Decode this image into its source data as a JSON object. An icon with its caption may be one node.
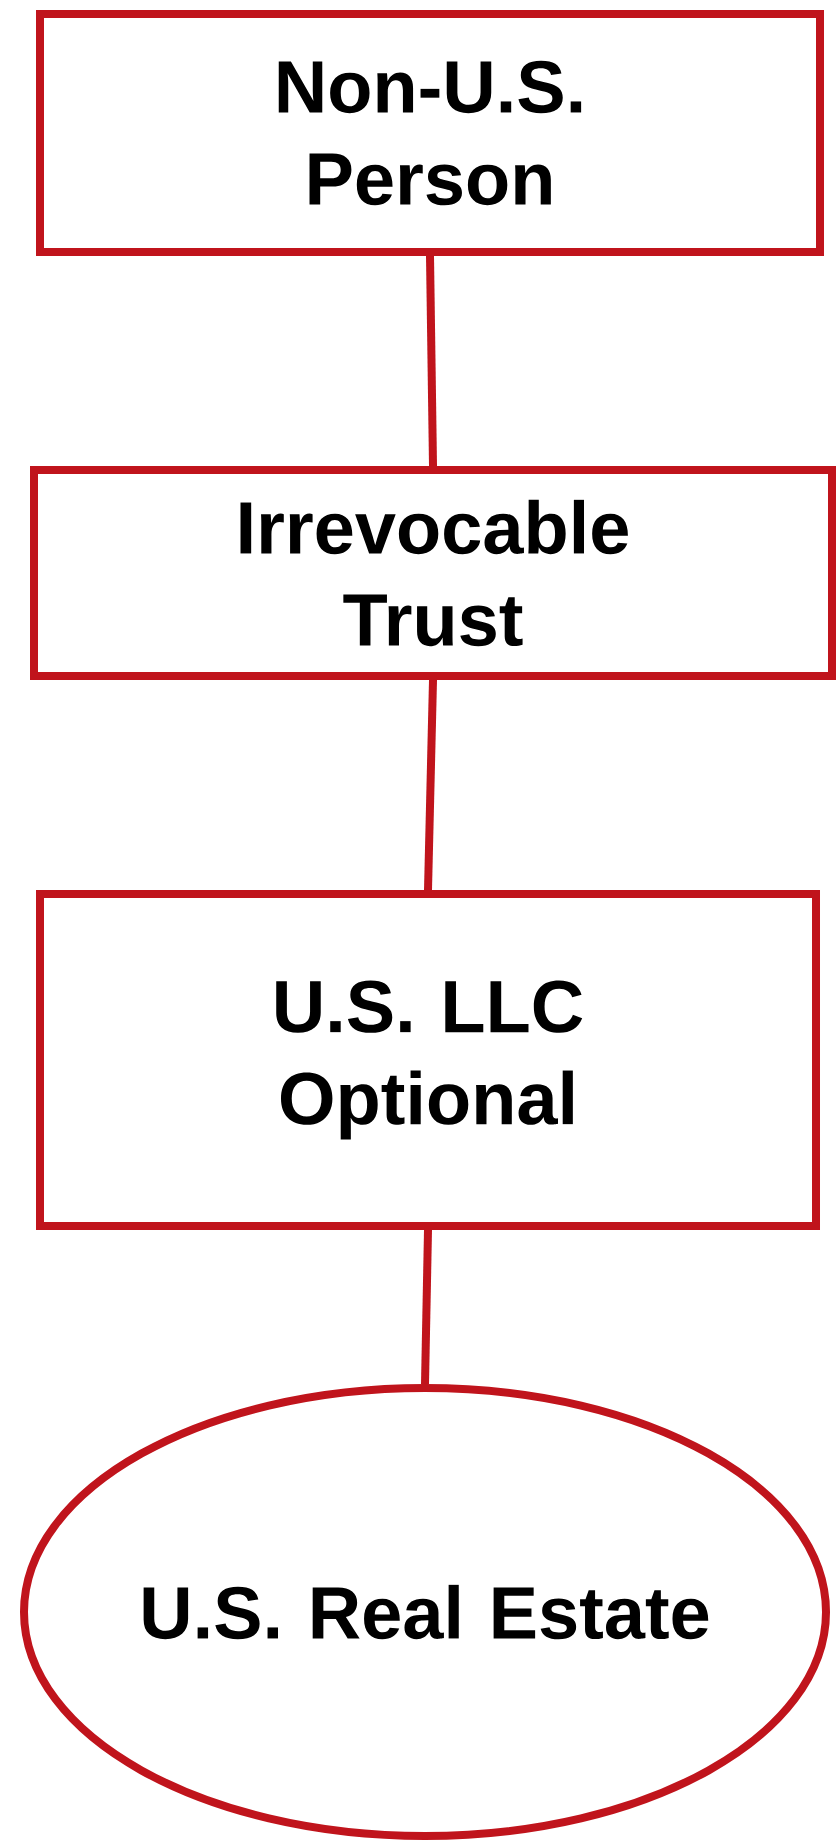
{
  "diagram": {
    "nodes": [
      {
        "text": [
          "Non-U.S. Person"
        ]
      },
      {
        "text": [
          "Irrevocable Trust"
        ]
      },
      {
        "text": [
          "U.S. LLC Optional"
        ]
      },
      {
        "text": [
          "U.S. Real Estate"
        ]
      }
    ],
    "edges": [
      {
        "from": 0,
        "to": 1,
        "arrow": "none"
      },
      {
        "from": 1,
        "to": 2,
        "arrow": "none"
      },
      {
        "from": 2,
        "to": 3,
        "arrow": "none"
      }
    ]
  }
}
